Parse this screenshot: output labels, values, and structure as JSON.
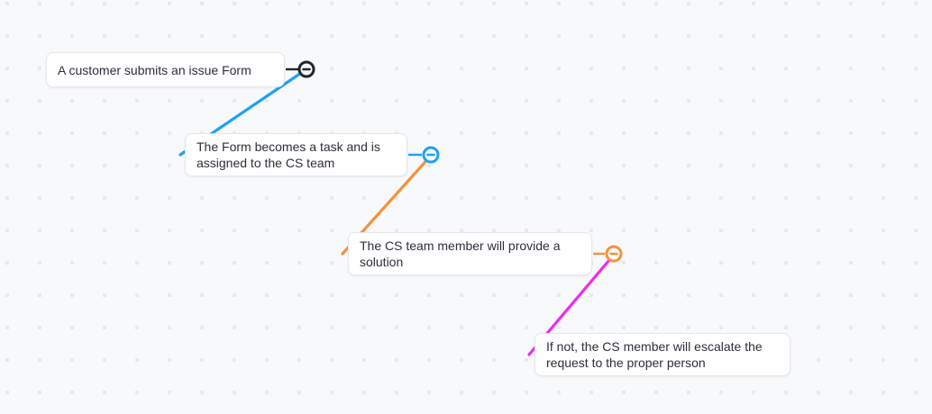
{
  "app": {
    "view": "mind-map-canvas"
  },
  "canvas": {
    "background_color": "#f8f9fb",
    "dot_grid_color": "#e8e9ed"
  },
  "nodes": [
    {
      "id": 1,
      "text": "A customer submits an issue Form",
      "toggle_icon": "minus-icon",
      "toggle_color": "#20242e"
    },
    {
      "id": 2,
      "text": "The Form becomes a task and is assigned to the CS team",
      "toggle_icon": "minus-icon",
      "toggle_color": "#1da2f1"
    },
    {
      "id": 3,
      "text": "The CS team member will provide a solution",
      "toggle_icon": "minus-icon",
      "toggle_color": "#f7913a"
    },
    {
      "id": 4,
      "text": "If not, the CS member will escalate the request to the proper person"
    }
  ],
  "connections": [
    {
      "from_node": 1,
      "to_node": 2,
      "color": "#1da2f1"
    },
    {
      "from_node": 2,
      "to_node": 3,
      "color": "#f7913a"
    },
    {
      "from_node": 3,
      "to_node": 4,
      "color": "#ee2bee"
    }
  ],
  "toggle_fill": "#f8f9fb"
}
